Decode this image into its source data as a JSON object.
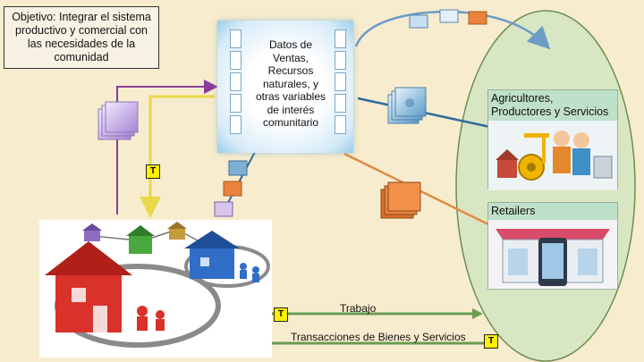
{
  "objective": "Objetivo: Integrar el sistema productivo y comercial con las necesidades de la comunidad",
  "central_text": "Datos de Ventas, Recursos naturales, y otras variables de interés comunitario",
  "panel_producers": "Agricultores, Productores y Servicios",
  "panel_retailers": "Retailers",
  "flow_work": "Trabajo",
  "flow_transactions": "Transacciones de Bienes y Servicios",
  "token": "T",
  "colors": {
    "background": "#f7eccd",
    "ellipse": "#d9e6c3",
    "arrow_green": "#6a9c52",
    "arrow_purple": "#8a3d9c",
    "arrow_yellow": "#e8d84a",
    "arrow_orange": "#e08a45",
    "arrow_blue": "#2d6b9e",
    "token_yellow": "#ffef00"
  }
}
